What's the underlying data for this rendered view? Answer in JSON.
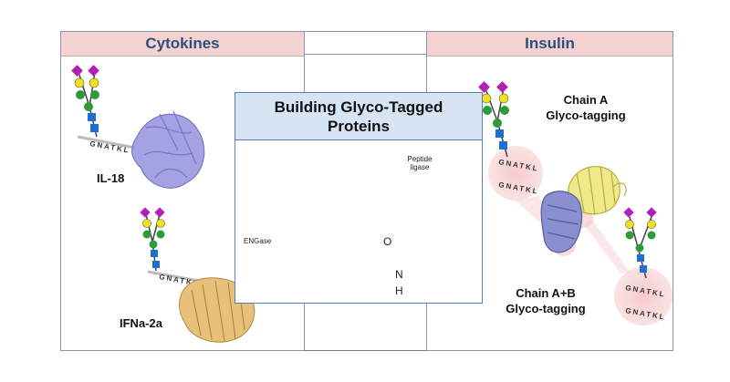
{
  "panels": {
    "cytokines": {
      "title": "Cytokines",
      "labels": [
        "IL-18",
        "IFNa-2a"
      ]
    },
    "insulin": {
      "title": "Insulin",
      "chain_a": "Chain A\nGlyco-tagging",
      "chain_ab": "Chain A+B\nGlyco-tagging"
    },
    "center": {
      "title": "Building Glyco-Tagged\nProteins",
      "engase": "ENGase",
      "ligase": "Peptide\nligase",
      "o_atom": "O",
      "n_atom": "N",
      "h_atom": "H"
    }
  },
  "tag_sequence": "GNATKL",
  "colors": {
    "header_fill": "#f4d2d2",
    "header_text": "#2b4f7e",
    "center_header": "#d6e4f3",
    "sialic": "#b11fb4",
    "galactose": "#f1e21c",
    "mannose": "#2e9b3a",
    "glcnac": "#1f6fd0",
    "protein_purple": "#8a87d6",
    "protein_tan": "#e8c07a",
    "protein_yellow": "#efe98a",
    "enzyme_green": "#7fbf5a",
    "enzyme_orange": "#f2b08a",
    "pink_halo": "#f6caca"
  }
}
